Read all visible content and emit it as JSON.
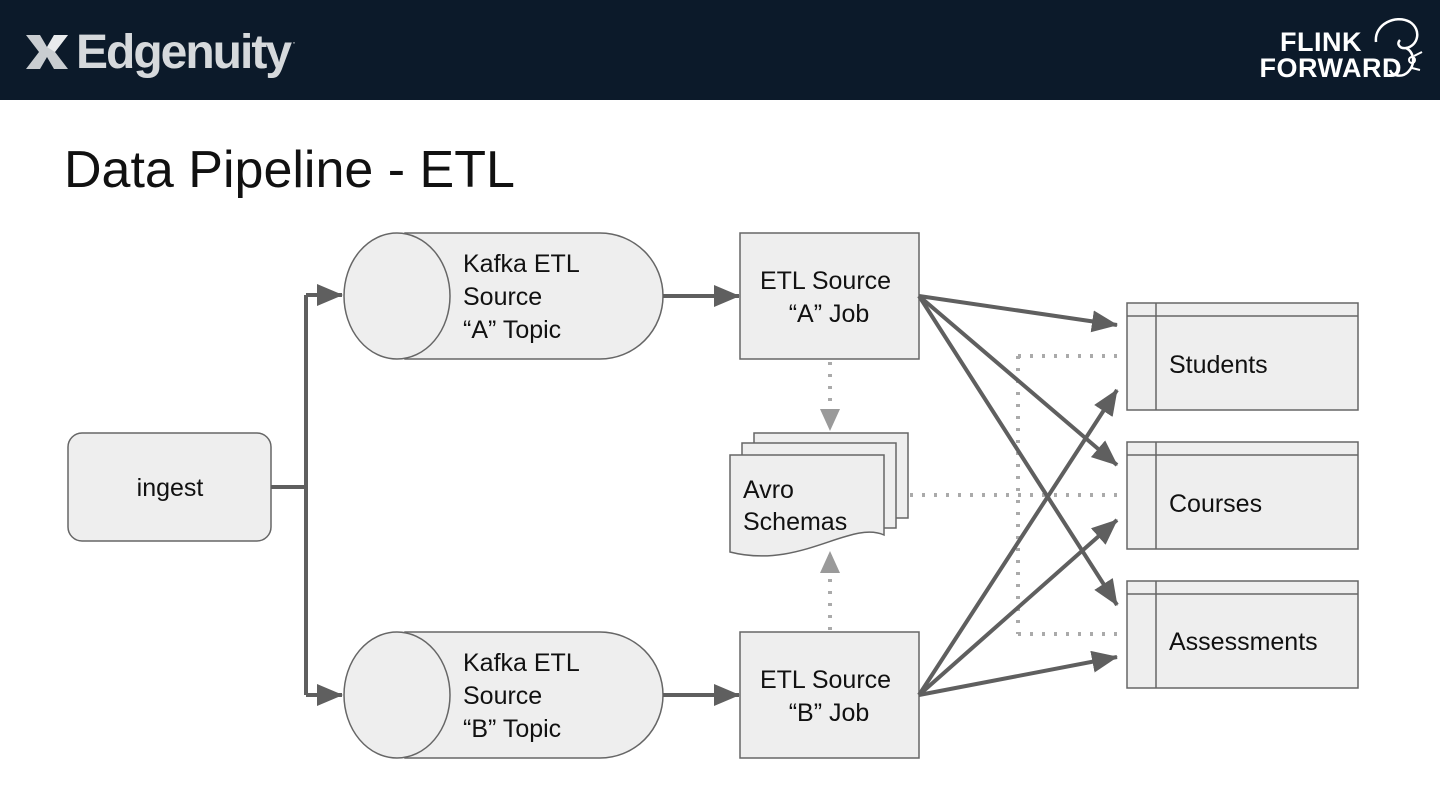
{
  "header": {
    "brand_left": "Edgenuity",
    "brand_left_mark": "x-mark-icon",
    "brand_right_line1": "FLINK",
    "brand_right_line2": "FORWARD",
    "brand_right_mark": "squirrel-icon"
  },
  "slide": {
    "title": "Data Pipeline - ETL"
  },
  "diagram": {
    "ingest": "ingest",
    "topic_a": [
      "Kafka ETL",
      "Source",
      "“A” Topic"
    ],
    "topic_b": [
      "Kafka ETL",
      "Source",
      "“B” Topic"
    ],
    "job_a": [
      "ETL Source",
      "“A” Job"
    ],
    "job_b": [
      "ETL Source",
      "“B” Job"
    ],
    "schemas": [
      "Avro",
      "Schemas"
    ],
    "tables": [
      "Students",
      "Courses",
      "Assessments"
    ]
  },
  "colors": {
    "header_bg": "#0c1a2a",
    "shape_fill": "#eeeeee",
    "stroke": "#666666",
    "arrow": "#5f5f5f",
    "dotted": "#aaaaaa"
  }
}
